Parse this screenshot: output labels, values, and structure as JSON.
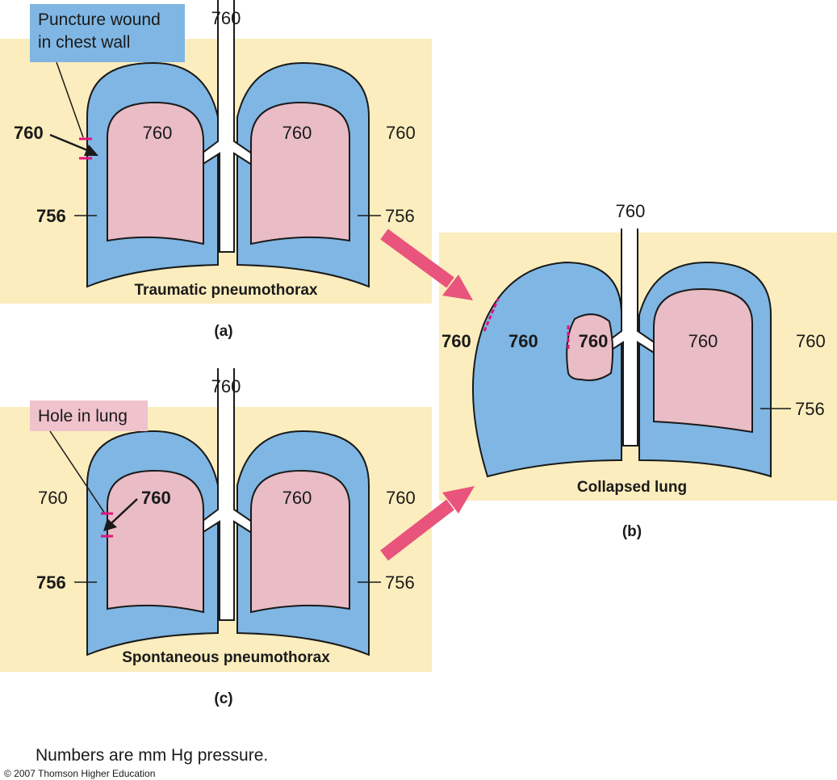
{
  "colors": {
    "panel": "#fbedbd",
    "pleura": "#7fb6e3",
    "lung": "#e9bcc6",
    "callout_blue": "#7fb6e3",
    "callout_pink": "#efc2cc",
    "arrow": "#e8547c",
    "hole": "#e0147c",
    "outline": "#1a1a1a"
  },
  "panel_a": {
    "callout": [
      "Puncture wound",
      "in chest wall"
    ],
    "trachea": "760",
    "outside_left": "760",
    "outside_right": "760",
    "lung_left": "760",
    "lung_right": "760",
    "pleural_left": "756",
    "pleural_right": "756",
    "title": "Traumatic pneumothorax",
    "letter": "(a)"
  },
  "panel_b": {
    "trachea": "760",
    "outside_left": "760",
    "pleural_left": "760",
    "lung_left": "760",
    "lung_right": "760",
    "outside_right": "760",
    "pleural_right": "756",
    "title": "Collapsed lung",
    "letter": "(b)"
  },
  "panel_c": {
    "callout": "Hole in lung",
    "trachea": "760",
    "outside_left": "760",
    "outside_right": "760",
    "hole_value": "760",
    "lung_right": "760",
    "pleural_left": "756",
    "pleural_right": "756",
    "title": "Spontaneous pneumothorax",
    "letter": "(c)"
  },
  "footer": {
    "note": "Numbers are mm Hg pressure.",
    "copyright": "© 2007 Thomson Higher Education"
  }
}
